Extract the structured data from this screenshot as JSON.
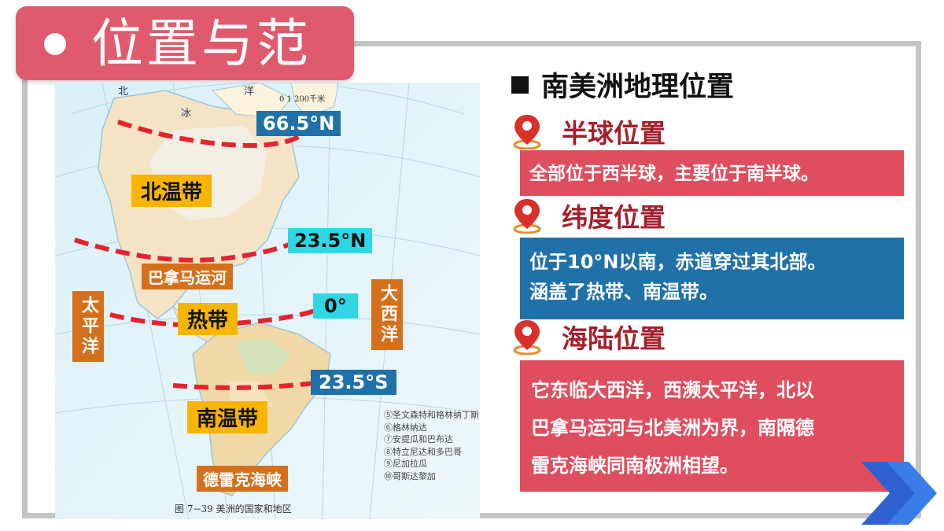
{
  "title": "位置与范围",
  "heading": "南美洲地理位置",
  "sections": [
    {
      "title": "半球位置",
      "content": "全部位于西半球，主要位于南半球。"
    },
    {
      "title": "纬度位置",
      "content": [
        "位于10°N以南，赤道穿过其北部。",
        "涵盖了热带、南温带。"
      ]
    },
    {
      "title": "海陆位置",
      "content": [
        "它东临大西洋，西濒太平洋，北以",
        "巴拿马运河与北美洲为界，南隔德",
        "雷克海峡同南极洲相望。"
      ]
    }
  ],
  "map": {
    "latitudes": {
      "arctic": "66.5°N",
      "tropic_cancer": "23.5°N",
      "equator": "0°",
      "tropic_capricorn": "23.5°S"
    },
    "zones": {
      "north_temperate": "北温带",
      "tropical": "热带",
      "south_temperate": "南温带"
    },
    "places": {
      "panama": "巴拿马运河",
      "drake": "德雷克海峡",
      "pacific": "太平洋",
      "atlantic": "大西洋"
    },
    "scale": "0      1 200千米",
    "legend": [
      "⑤圣文森特和格林纳丁斯",
      "⑥格林纳达",
      "⑦安提瓜和巴布达",
      "⑧特立尼达和多巴哥",
      "⑨尼加拉瓜",
      "⑩哥斯达黎加"
    ],
    "caption": "图 7−39   美洲的国家和地区"
  },
  "colors": {
    "accent_red": "#de4e5f",
    "accent_blue": "#1f71a8",
    "heading_red": "#a31f2b",
    "zone_yellow": "#f7b500",
    "orange": "#d4701c"
  }
}
